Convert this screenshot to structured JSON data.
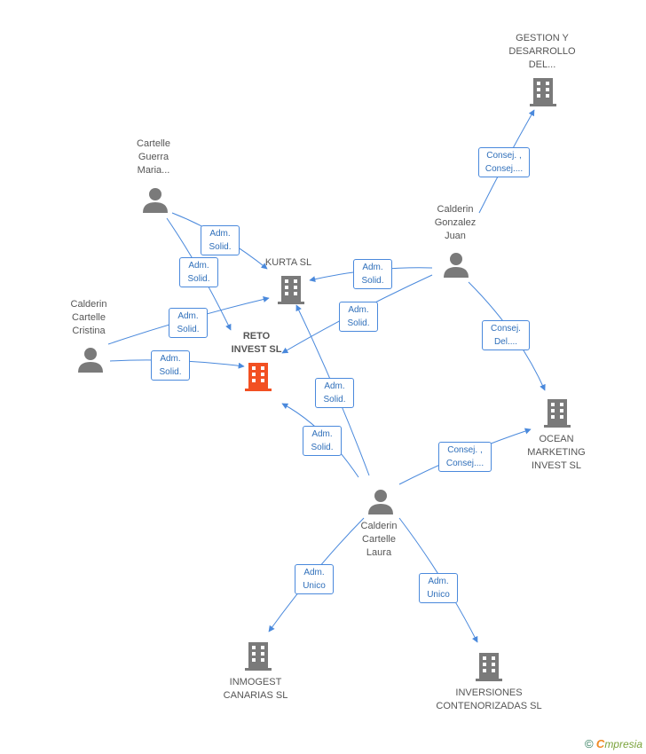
{
  "colors": {
    "edge": "#4a89dc",
    "node": "#7a7a7a",
    "focus": "#f25022",
    "badge_border": "#4a89dc",
    "badge_text": "#2f6fba"
  },
  "nodes": [
    {
      "id": "gestion",
      "type": "company",
      "label": "GESTION Y\nDESARROLLO\nDEL...",
      "label_pos": "above"
    },
    {
      "id": "cartelle_guerra",
      "type": "person",
      "label": "Cartelle\nGuerra\nMaria...",
      "label_pos": "above"
    },
    {
      "id": "calderin_gonzalez",
      "type": "person",
      "label": "Calderin\nGonzalez\nJuan",
      "label_pos": "above"
    },
    {
      "id": "kurta",
      "type": "company",
      "label": "KURTA SL",
      "label_pos": "above"
    },
    {
      "id": "calderin_cristina",
      "type": "person",
      "label": "Calderin\nCartelle\nCristina",
      "label_pos": "above"
    },
    {
      "id": "reto",
      "type": "company",
      "focus": true,
      "label": "RETO\nINVEST SL",
      "label_pos": "above"
    },
    {
      "id": "ocean",
      "type": "company",
      "label": "OCEAN\nMARKETING\nINVEST SL",
      "label_pos": "below"
    },
    {
      "id": "calderin_laura",
      "type": "person",
      "label": "Calderin\nCartelle\nLaura",
      "label_pos": "below"
    },
    {
      "id": "inmogest",
      "type": "company",
      "label": "INMOGEST\nCANARIAS SL",
      "label_pos": "below"
    },
    {
      "id": "inversiones",
      "type": "company",
      "label": "INVERSIONES\nCONTENORIZADAS SL",
      "label_pos": "below"
    }
  ],
  "edges": [
    {
      "id": "e1",
      "label": "Consej. ,\nConsej...."
    },
    {
      "id": "e2",
      "label": "Adm.\nSolid."
    },
    {
      "id": "e3",
      "label": "Adm.\nSolid."
    },
    {
      "id": "e4",
      "label": "Adm.\nSolid."
    },
    {
      "id": "e5",
      "label": "Adm.\nSolid."
    },
    {
      "id": "e6",
      "label": "Consej.\nDel...."
    },
    {
      "id": "e7",
      "label": "Adm.\nSolid."
    },
    {
      "id": "e8",
      "label": "Adm.\nSolid."
    },
    {
      "id": "e9",
      "label": "Adm.\nSolid."
    },
    {
      "id": "e10",
      "label": "Adm.\nSolid."
    },
    {
      "id": "e11",
      "label": "Consej. ,\nConsej...."
    },
    {
      "id": "e12",
      "label": "Adm.\nUnico"
    },
    {
      "id": "e13",
      "label": "Adm.\nUnico"
    }
  ],
  "brand": {
    "copyright": "©",
    "initial": "C",
    "rest": "mpresia"
  }
}
